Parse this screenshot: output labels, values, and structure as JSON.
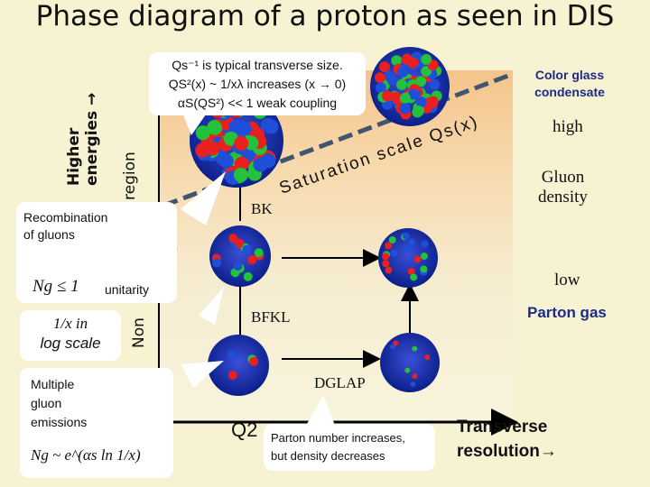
{
  "title": "Phase diagram of a proton as seen in DIS",
  "axis_vertical": {
    "line1": "Higher",
    "line2": "energies",
    "arrow": "→"
  },
  "region_left_label": "region",
  "region_left_label2": "Non",
  "callout_top": {
    "line1": "Qs⁻¹ is typical transverse size.",
    "line2": "QS²(x) ~ 1/xλ increases (x → 0)",
    "line3": "αS(QS²) << 1   weak coupling"
  },
  "color_glass": {
    "line1": "Color glass",
    "line2": "condensate"
  },
  "high_label": "high",
  "density_label": {
    "line1": "Gluon",
    "line2": "density"
  },
  "low_label": "low",
  "parton_gas": "Parton gas",
  "saturation_label": "Saturation scale Qs(x)",
  "bk_label": "BK",
  "bfkl_label": "BFKL",
  "dglap_label": "DGLAP",
  "q2_label": "Q2",
  "recombination": {
    "line1": "Recombination",
    "line2": "of gluons"
  },
  "ng_formula": "Ng ≤ 1",
  "unitarity": "unitarity",
  "one_over_x": {
    "line1": "1/x in",
    "line2": "log scale"
  },
  "multiple_gluon": {
    "line1": "Multiple",
    "line2": "gluon",
    "line3": "emissions"
  },
  "ng_exp": "Ng ~ e^(αs ln 1/x)",
  "parton_callout": {
    "line1": "Parton number increases,",
    "line2": "but density decreases"
  },
  "transverse": {
    "line1": "Transverse",
    "line2": "resolution",
    "arrow": "→"
  },
  "colors": {
    "red": "#e8211e",
    "green": "#23c23a",
    "blue": "#1f4fd8",
    "dark": "#0b1f8a",
    "background": "#f7f3d2"
  }
}
